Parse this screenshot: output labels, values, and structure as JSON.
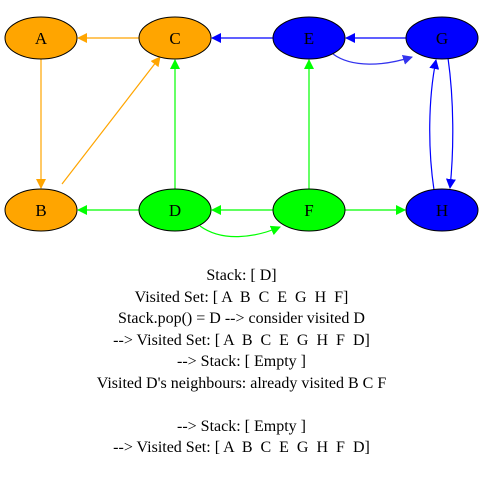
{
  "colors": {
    "orange": "#ffa500",
    "green": "#00ff00",
    "blue": "#0000ff",
    "edge_orange": "#ffa500",
    "edge_green": "#00ff00",
    "edge_blue": "#0000ff",
    "edge_blue_light": "#3333ee",
    "outline": "#000000"
  },
  "nodes": [
    {
      "id": "A",
      "label": "A",
      "fill": "orange"
    },
    {
      "id": "C",
      "label": "C",
      "fill": "orange"
    },
    {
      "id": "E",
      "label": "E",
      "fill": "blue"
    },
    {
      "id": "G",
      "label": "G",
      "fill": "blue"
    },
    {
      "id": "B",
      "label": "B",
      "fill": "orange"
    },
    {
      "id": "D",
      "label": "D",
      "fill": "green"
    },
    {
      "id": "F",
      "label": "F",
      "fill": "green"
    },
    {
      "id": "H",
      "label": "H",
      "fill": "blue"
    }
  ],
  "edges": [
    {
      "from": "C",
      "to": "A",
      "color": "edge_orange"
    },
    {
      "from": "A",
      "to": "B",
      "color": "edge_orange"
    },
    {
      "from": "B",
      "to": "C",
      "color": "edge_orange"
    },
    {
      "from": "E",
      "to": "C",
      "color": "edge_blue"
    },
    {
      "from": "G",
      "to": "E",
      "color": "edge_blue"
    },
    {
      "from": "E",
      "to": "G",
      "color": "edge_blue_light"
    },
    {
      "from": "G",
      "to": "H",
      "color": "edge_blue"
    },
    {
      "from": "H",
      "to": "G",
      "color": "edge_blue"
    },
    {
      "from": "D",
      "to": "C",
      "color": "edge_green"
    },
    {
      "from": "D",
      "to": "B",
      "color": "edge_green"
    },
    {
      "from": "D",
      "to": "F",
      "color": "edge_green"
    },
    {
      "from": "F",
      "to": "D",
      "color": "edge_green"
    },
    {
      "from": "F",
      "to": "E",
      "color": "edge_green"
    },
    {
      "from": "F",
      "to": "H",
      "color": "edge_green"
    }
  ],
  "caption": {
    "lines": [
      "Stack: [ D]",
      "Visited Set: [ A  B  C  E  G  H  F]",
      "Stack.pop() = D --> consider visited D",
      "--> Visited Set: [ A  B  C  E  G  H  F  D]",
      "--> Stack: [ Empty ]",
      "Visited D's neighbours: already visited B C F",
      "",
      "--> Stack: [ Empty ]",
      "--> Visited Set: [ A  B  C  E  G  H  F  D]"
    ]
  }
}
